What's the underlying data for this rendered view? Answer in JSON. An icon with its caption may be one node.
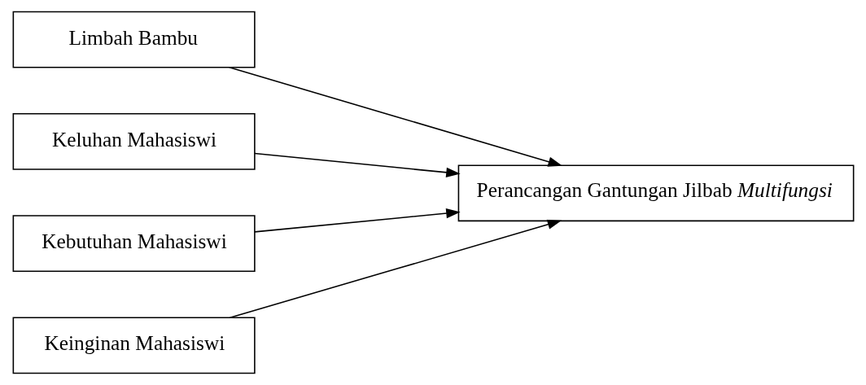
{
  "diagram": {
    "nodes": [
      {
        "text": [
          "Limbah Bambu"
        ]
      },
      {
        "text": [
          "Keluhan Mahasiswi"
        ]
      },
      {
        "text": [
          "Kebutuhan Mahasiswi"
        ]
      },
      {
        "text": [
          "Keinginan Mahasiswi"
        ]
      },
      {
        "text": [
          "Perancangan Gantungan Jilbab *Multifungsi*"
        ]
      }
    ],
    "edges": [
      {
        "from": 0,
        "to": 4,
        "arrow": "to"
      },
      {
        "from": 1,
        "to": 4,
        "arrow": "to"
      },
      {
        "from": 2,
        "to": 4,
        "arrow": "to"
      },
      {
        "from": 3,
        "to": 4,
        "arrow": "to"
      }
    ]
  }
}
